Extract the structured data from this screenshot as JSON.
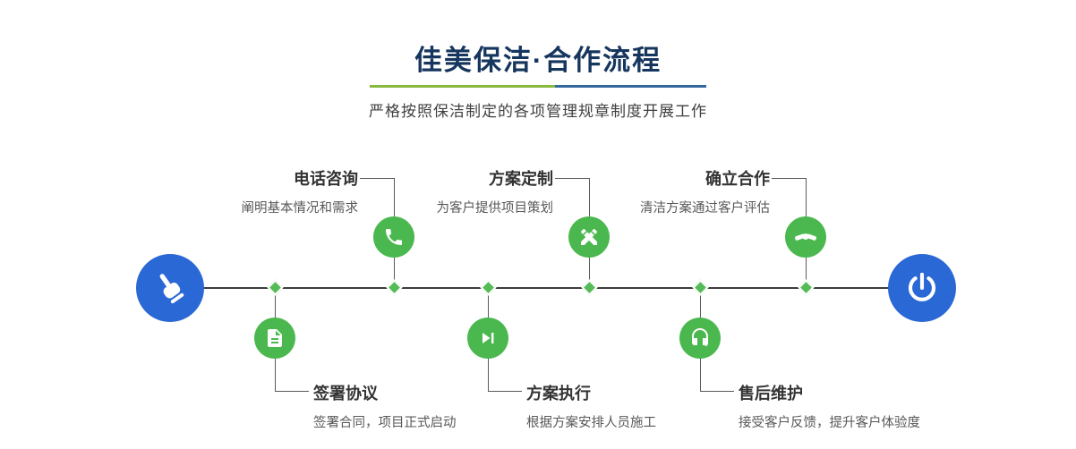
{
  "header": {
    "title": "佳美保洁·合作流程",
    "subtitle": "严格按照保洁制定的各项管理规章制度开展工作"
  },
  "steps_top": [
    {
      "title": "电话咨询",
      "desc": "阐明基本情况和需求",
      "icon": "phone-icon"
    },
    {
      "title": "方案定制",
      "desc": "为客户提供项目策划",
      "icon": "design-tools-icon"
    },
    {
      "title": "确立合作",
      "desc": "清洁方案通过客户评估",
      "icon": "handshake-icon"
    }
  ],
  "steps_bottom": [
    {
      "title": "签署协议",
      "desc": "签署合同，项目正式启动",
      "icon": "contract-document-icon"
    },
    {
      "title": "方案执行",
      "desc": "根据方案安排人员施工",
      "icon": "play-next-icon"
    },
    {
      "title": "售后维护",
      "desc": "接受客户反馈，提升客户体验度",
      "icon": "headset-support-icon"
    }
  ],
  "endpoints": {
    "start_icon": "pointing-hand",
    "end_icon": "power"
  },
  "colors": {
    "accent_green": "#4bb84f",
    "accent_blue": "#2a68d5",
    "title_navy": "#16365e",
    "line_dark": "#3d3d3d",
    "divider_green": "#86b93c",
    "divider_blue": "#33689e"
  }
}
